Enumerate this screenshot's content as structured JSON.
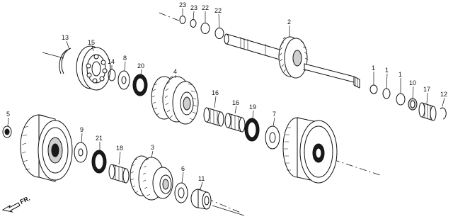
{
  "diagram": {
    "direction_label": "FR.",
    "callouts": [
      {
        "id": "c23a",
        "text": "23"
      },
      {
        "id": "c23b",
        "text": "23"
      },
      {
        "id": "c22a",
        "text": "22"
      },
      {
        "id": "c22b",
        "text": "22"
      },
      {
        "id": "c2",
        "text": "2"
      },
      {
        "id": "c13",
        "text": "13"
      },
      {
        "id": "c15",
        "text": "15"
      },
      {
        "id": "c14",
        "text": "14"
      },
      {
        "id": "c8",
        "text": "8"
      },
      {
        "id": "c20",
        "text": "20"
      },
      {
        "id": "c4",
        "text": "4"
      },
      {
        "id": "c16a",
        "text": "16"
      },
      {
        "id": "c16b",
        "text": "16"
      },
      {
        "id": "c19",
        "text": "19"
      },
      {
        "id": "c7",
        "text": "7"
      },
      {
        "id": "c1a",
        "text": "1"
      },
      {
        "id": "c1b",
        "text": "1"
      },
      {
        "id": "c1c",
        "text": "1"
      },
      {
        "id": "c10",
        "text": "10"
      },
      {
        "id": "c17",
        "text": "17"
      },
      {
        "id": "c12",
        "text": "12"
      },
      {
        "id": "c5",
        "text": "5"
      },
      {
        "id": "c9",
        "text": "9"
      },
      {
        "id": "c21",
        "text": "21"
      },
      {
        "id": "c18",
        "text": "18"
      },
      {
        "id": "c3",
        "text": "3"
      },
      {
        "id": "c6",
        "text": "6"
      },
      {
        "id": "c11",
        "text": "11"
      }
    ]
  }
}
